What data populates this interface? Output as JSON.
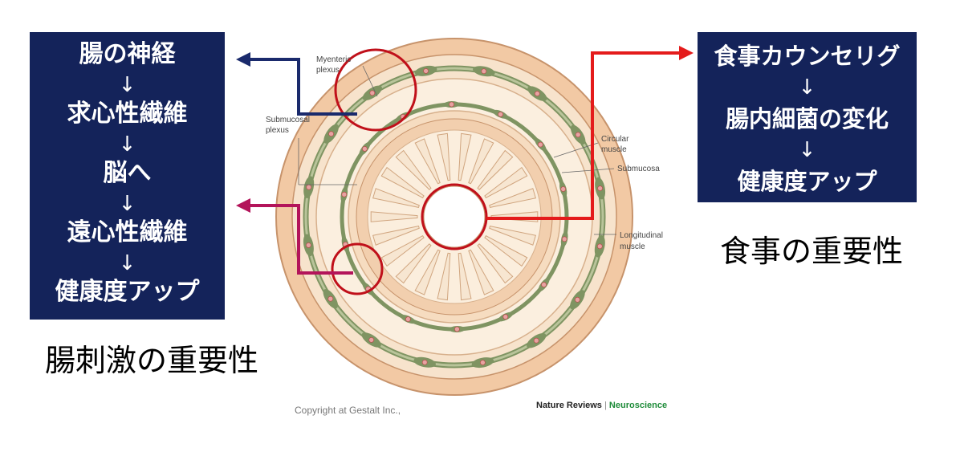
{
  "left_panel": {
    "steps": [
      "腸の神経",
      "求心性繊維",
      "脳へ",
      "遠心性繊維",
      "健康度アップ"
    ],
    "arrow": "↓",
    "caption": "腸刺激の重要性"
  },
  "right_panel": {
    "steps": [
      "食事カウンセリグ",
      "腸内細菌の変化",
      "健康度アップ"
    ],
    "arrow": "↓",
    "caption": "食事の重要性"
  },
  "diagram_labels": {
    "myenteric": [
      "Myenteric",
      "plexus"
    ],
    "submucosal": [
      "Submucosal",
      "plexus"
    ],
    "circular": [
      "Circular",
      "muscle"
    ],
    "submucosa": "Submucosa",
    "longitudinal": [
      "Longitudinal",
      "muscle"
    ]
  },
  "footer": {
    "copyright": "Copyright at Gestalt Inc.,",
    "journal_a": "Nature Reviews",
    "journal_sep": "|",
    "journal_b": "Neuroscience"
  },
  "colors": {
    "box_bg": "#14235a",
    "navy_arrow": "#1a2a6c",
    "magenta_arrow": "#b3145a",
    "red_arrow": "#e41b1b",
    "circle_outline": "#c0101a"
  }
}
